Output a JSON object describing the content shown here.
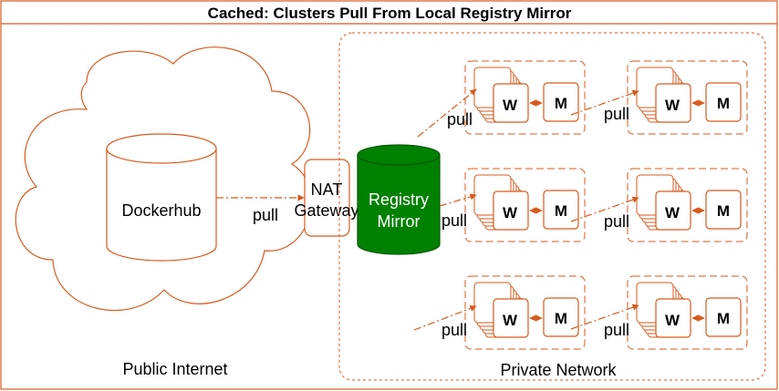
{
  "title": "Cached: Clusters Pull From Local Registry Mirror",
  "dockerhub_label": "Dockerhub",
  "nat_gateway": {
    "line1": "NAT",
    "line2": "Gateway"
  },
  "registry_mirror": {
    "line1": "Registry",
    "line2": "Mirror"
  },
  "public_internet_label": "Public Internet",
  "private_network_label": "Private Network",
  "pull_label": "pull",
  "worker_label": "W",
  "master_label": "M",
  "colors": {
    "stroke": "#d75a1e",
    "registry_fill": "#008000",
    "registry_stroke": "#005700"
  },
  "clusters": [
    {
      "row": 1,
      "col": 1
    },
    {
      "row": 1,
      "col": 2
    },
    {
      "row": 2,
      "col": 1
    },
    {
      "row": 2,
      "col": 2
    },
    {
      "row": 3,
      "col": 1
    },
    {
      "row": 3,
      "col": 2
    }
  ]
}
